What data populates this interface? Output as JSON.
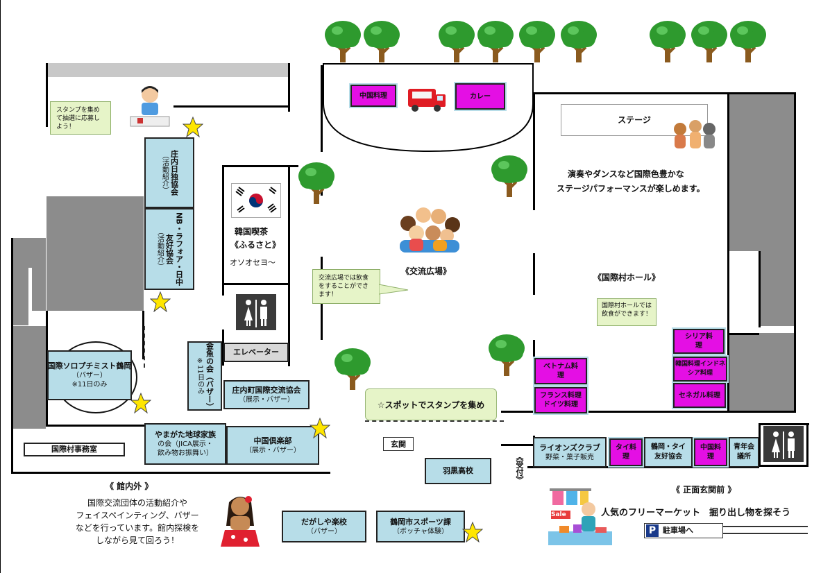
{
  "colors": {
    "booth_blue": "#b7dde8",
    "food_magenta": "#e40fe4",
    "wall_gray": "#8c8c8c",
    "tree_green": "#2e9a2e",
    "star_yellow": "#ffe600",
    "note_green": "#e6f4c8"
  },
  "notes": {
    "stamp": "スタンプを集めて抽選に応募しよう！",
    "plaza": "交流広場では飲食をすることができます！",
    "hall": "国際村ホールでは飲食ができます！"
  },
  "booths": {
    "shonai_german_1": "庄内日独協会",
    "shonai_german_2": "（活動紹介）",
    "nb_1": "NB・ラフォア・日中",
    "nb_2": "友好協会",
    "nb_3": "（活動紹介）",
    "soroptimist_name": "国際ソロプチミスト鶴岡",
    "soroptimist_sub": "（バザー）",
    "soroptimist_day": "※11日のみ",
    "goldfish_1": "金魚の会（バザー）",
    "goldfish_2": "※11日のみ",
    "shonai_intl_name": "庄内町国際交流協会",
    "shonai_intl_sub": "（展示・バザー）",
    "yamagata_1": "やまがた地球家族",
    "yamagata_2": "の会（JICA展示・",
    "yamagata_3": "飲み物お振舞い）",
    "china_club_name": "中国倶楽部",
    "china_club_sub": "（展示・バザー）",
    "haguro": "羽黒高校",
    "dagashiya_name": "だがしや楽校",
    "dagashiya_sub": "（バザー）",
    "sports_name": "鶴岡市スポーツ課",
    "sports_sub": "（ボッチャ体験）",
    "lions_name": "ライオンズクラブ",
    "lions_sub": "野菜・菓子販売",
    "tsuruoka_thai_1": "鶴岡・タイ",
    "tsuruoka_thai_2": "友好協会",
    "youth": "青年会議所",
    "office": "国際村事務室",
    "elevator": "エレベーター",
    "entrance": "玄関",
    "reception": "《受付》",
    "korean_cafe_1": "韓国喫茶",
    "korean_cafe_2": "《ふるさと》",
    "korean_cafe_3": "オソオセヨ〜",
    "stage": "ステージ",
    "stamp_spot": "☆スポットでスタンプを集め"
  },
  "food": {
    "chinese_top": "中国料理",
    "curry": "カレー",
    "vietnam": "ベトナム料理",
    "france": "フランス料理ドイツ料理",
    "syria": "シリア料理",
    "korea_indonesia": "韓国料理インドネシア料理",
    "senegal": "セネガル料理",
    "thai": "タイ料理",
    "chinese_bottom": "中国料理"
  },
  "areas": {
    "plaza": "《交流広場》",
    "hall": "《国際村ホール》",
    "stage_desc_1": "演奏やダンスなど国際色豊かな",
    "stage_desc_2": "ステージパフォーマンスが楽しめます。",
    "outside_title": "《 館内外 》",
    "outside_desc_1": "国際交流団体の活動紹介や",
    "outside_desc_2": "フェイスペインティング、バザー",
    "outside_desc_3": "などを行っています。館内探検を",
    "outside_desc_4": "しながら見て回ろう！",
    "front_title": "《 正面玄関前 》",
    "front_desc": "人気のフリーマーケット　掘り出し物を探そう",
    "parking": "駐車場へ",
    "parking_icon": "P",
    "sale": "Sale"
  }
}
